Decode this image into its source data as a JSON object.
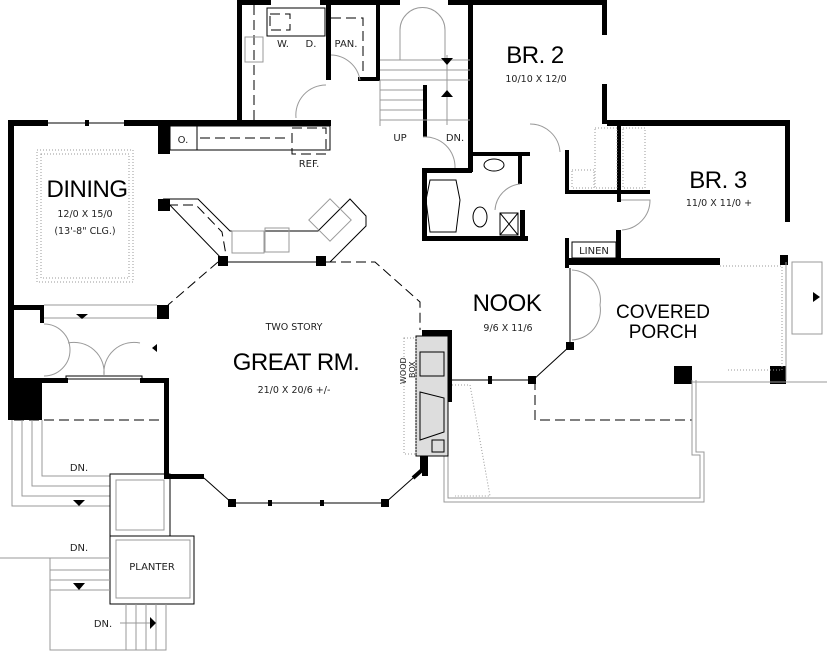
{
  "rooms": {
    "dining": {
      "name": "DINING",
      "size": "12/0 X 15/0",
      "note": "(13'-8\" CLG.)"
    },
    "great_room": {
      "note": "TWO STORY",
      "name": "GREAT RM.",
      "size": "21/0 X 20/6 +/-"
    },
    "nook": {
      "name": "NOOK",
      "size": "9/6 X 11/6"
    },
    "covered_porch": {
      "line1": "COVERED",
      "line2": "PORCH"
    },
    "br2": {
      "name": "BR. 2",
      "size": "10/10 X 12/0"
    },
    "br3": {
      "name": "BR. 3",
      "size": "11/0 X 11/0 +"
    }
  },
  "fixtures": {
    "washer": "W.",
    "dryer": "D.",
    "pantry": "PAN.",
    "oven": "O.",
    "refrigerator": "REF.",
    "linen": "LINEN",
    "wood_box_1": "WOOD",
    "wood_box_2": "BOX",
    "planter": "PLANTER"
  },
  "stairs": {
    "up": "UP",
    "down": "DN.",
    "deck_down_1": "DN.",
    "deck_down_2": "DN.",
    "deck_down_3": "DN."
  }
}
